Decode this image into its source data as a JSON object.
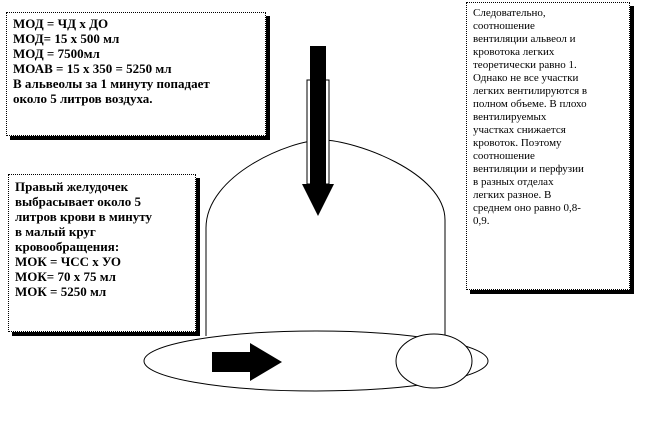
{
  "left_top_box": {
    "lines": [
      "МОД = ЧД х ДО",
      "МОД= 15 х 500 мл",
      "МОД = 7500мл",
      "МОАВ = 15 х 350 = 5250 мл",
      "В альвеолы за 1 минуту попадает",
      "около 5 литров воздуха."
    ]
  },
  "left_bottom_box": {
    "lines": [
      "Правый желудочек",
      "выбрасывает около 5",
      "литров крови в минуту",
      "в малый круг",
      "кровообращения:",
      "МОК = ЧСС х УО",
      "МОК= 70 х 75 мл",
      "МОК = 5250 мл"
    ]
  },
  "right_box": {
    "lines": [
      "Следовательно,",
      "соотношение",
      "вентиляции альвеол и",
      "кровотока легких",
      "теоретически равно 1.",
      "Однако не все участки",
      "легких вентилируются в",
      "полном объеме. В плохо",
      "вентилируемых",
      "участках снижается",
      "кровоток. Поэтому",
      "соотношение",
      "вентиляции и перфузии",
      "в разных отделах",
      "легких разное. В",
      "среднем оно равно 0,8-",
      "0,9."
    ]
  }
}
